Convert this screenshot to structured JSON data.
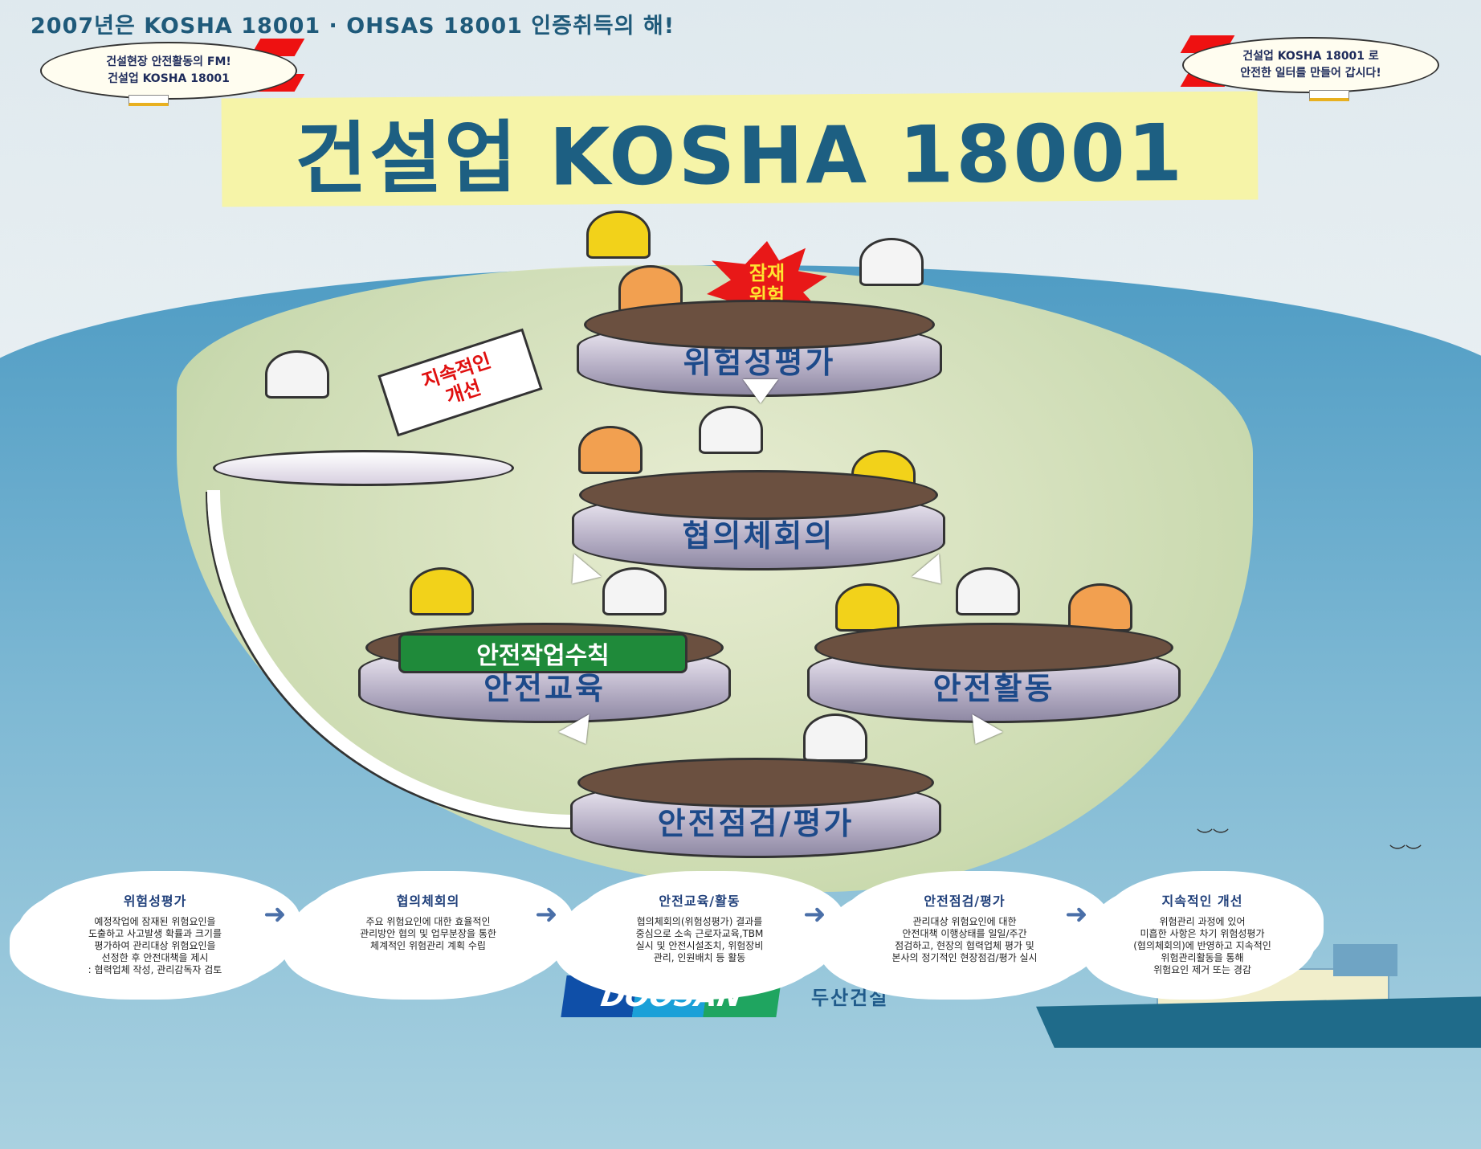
{
  "header": {
    "title": "2007년은 KOSHA 18001 · OHSAS 18001 인증취득의 해!"
  },
  "blimp_left": {
    "line1": "건설현장 안전활동의 FM!",
    "line2": "건설업 KOSHA 18001"
  },
  "blimp_right": {
    "line1": "건설업 KOSHA 18001 로",
    "line2": "안전한 일터를 만들어 갑시다!"
  },
  "banner": {
    "title": "건설업 KOSHA 18001"
  },
  "illustration": {
    "star_label": "잠재\n위험",
    "sign_label": "지속적인\n개선",
    "green_sign": "안전작업수칙",
    "stages": [
      "위험성평가",
      "협의체회의",
      "안전교육",
      "안전활동",
      "안전점검/평가"
    ]
  },
  "steps": [
    {
      "title": "위험성평가",
      "text": "예정작업에 잠재된 위험요인을\n도출하고 사고발생 확률과 크기를\n평가하여 관리대상 위험요인을\n선정한 후 안전대책을 제시\n: 협력업체 작성, 관리감독자 검토"
    },
    {
      "title": "협의체회의",
      "text": "주요 위험요인에 대한 효율적인\n관리방안 협의 및 업무분장을 통한\n체계적인 위험관리 계획 수립"
    },
    {
      "title": "안전교육/활동",
      "text": "협의체회의(위험성평가) 결과를\n중심으로 소속 근로자교육,TBM\n실시 및 안전시설조치, 위험장비\n관리, 인원배치 등 활동"
    },
    {
      "title": "안전점검/평가",
      "text": "관리대상 위험요인에 대한\n안전대책 이행상태를 일일/주간\n점검하고, 현장의 협력업체 평가 및\n본사의 정기적인 현장점검/평가 실시"
    },
    {
      "title": "지속적인 개선",
      "text": "위험관리 과정에 있어\n미흡한 사항은 차기 위험성평가\n(협의체회의)에 반영하고 지속적인\n위험관리활동을 통해\n위험요인 제거 또는 경감"
    }
  ],
  "footer": {
    "logo": "DOOSAN",
    "company": "두산건설"
  }
}
